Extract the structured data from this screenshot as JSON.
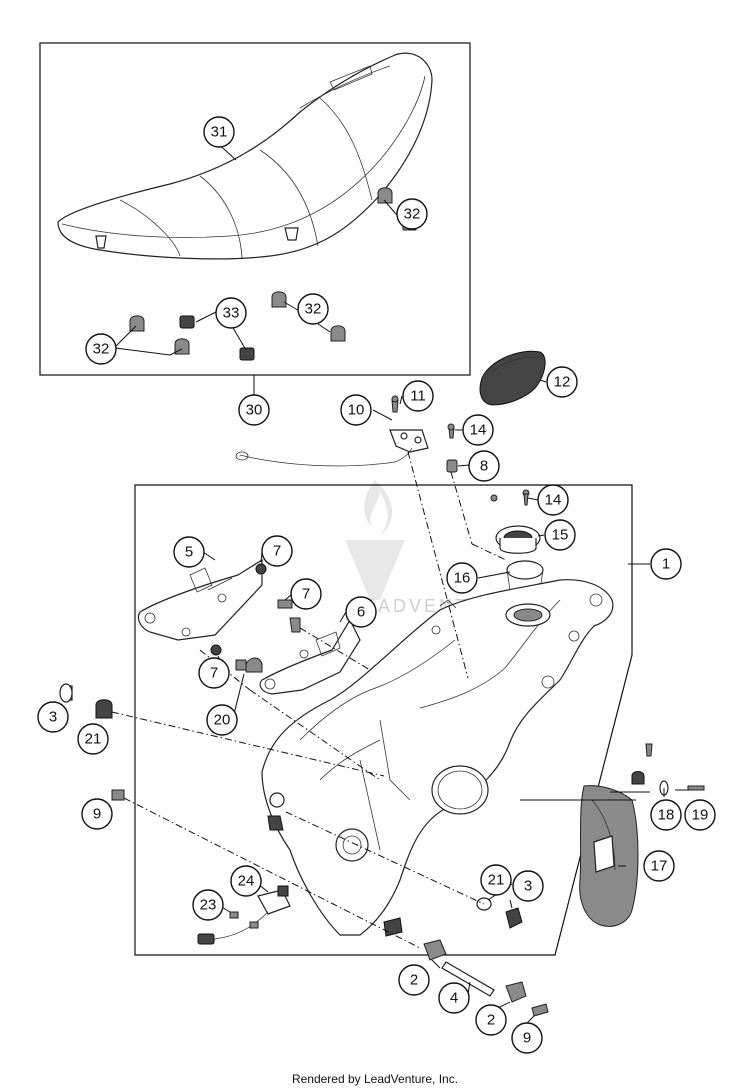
{
  "callouts": {
    "c1": "1",
    "c2a": "2",
    "c2b": "2",
    "c3a": "3",
    "c3b": "3",
    "c4": "4",
    "c5": "5",
    "c6": "6",
    "c7a": "7",
    "c7b": "7",
    "c7c": "7",
    "c8": "8",
    "c9a": "9",
    "c9b": "9",
    "c10": "10",
    "c11": "11",
    "c12": "12",
    "c14a": "14",
    "c14b": "14",
    "c15": "15",
    "c16": "16",
    "c17": "17",
    "c18": "18",
    "c19": "19",
    "c20": "20",
    "c21a": "21",
    "c21b": "21",
    "c23": "23",
    "c24": "24",
    "c30": "30",
    "c31": "31",
    "c32a": "32",
    "c32b": "32",
    "c32c": "32",
    "c33": "33"
  },
  "watermark_text": "LEADVENTURE",
  "footer": "Rendered by LeadVenture, Inc."
}
